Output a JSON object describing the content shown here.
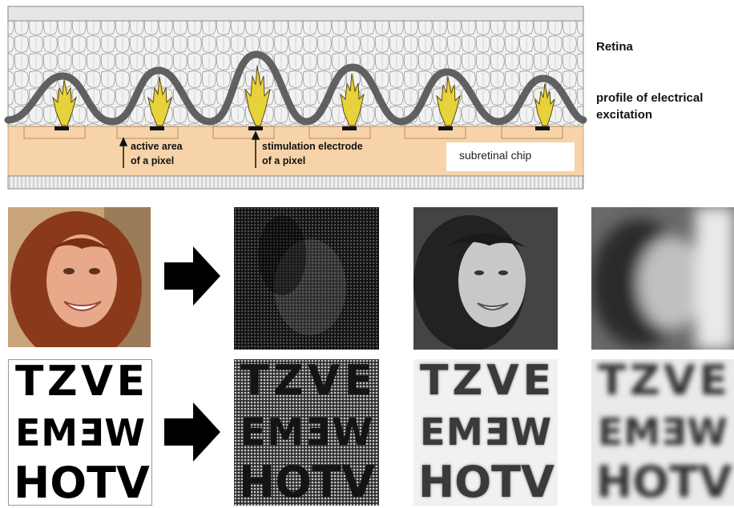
{
  "labels": {
    "retina": "Retina",
    "profile_line1": "profile of electrical",
    "profile_line2": "excitation",
    "active_line1": "active area",
    "active_line2": "of a pixel",
    "electrode_line1": "stimulation electrode",
    "electrode_line2": "of a pixel",
    "chip": "subretinal chip"
  },
  "eye_chart": {
    "row1": [
      "T",
      "Z",
      "V",
      "E"
    ],
    "row2": [
      "E",
      "M",
      "Ǝ",
      "W"
    ],
    "row3": [
      "H",
      "O",
      "T",
      "V"
    ]
  },
  "colors": {
    "chip": "#f6d3a8",
    "profile": "#595959",
    "photo_hair": "#8a3a1a",
    "photo_skin": "#e7a98a"
  }
}
